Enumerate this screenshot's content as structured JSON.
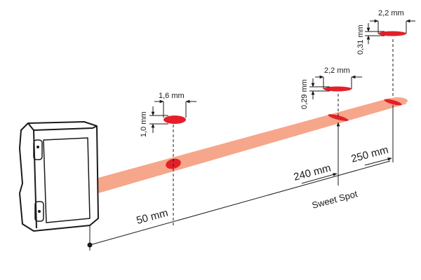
{
  "labels": {
    "spot_near_width": "1,6 mm",
    "spot_near_height": "1,0 mm",
    "spot_mid_width": "2,2 mm",
    "spot_mid_height": "0,29 mm",
    "spot_far_width": "2,2 mm",
    "spot_far_height": "0,31 mm",
    "dist_near": "50 mm",
    "dist_mid": "240 mm",
    "dist_far": "250 mm",
    "sweet_spot": "Sweet Spot"
  },
  "colors": {
    "beam": "#f6a68a",
    "spot": "#e3202a",
    "line": "#1a1a1a",
    "sensor": "#ffffff"
  }
}
